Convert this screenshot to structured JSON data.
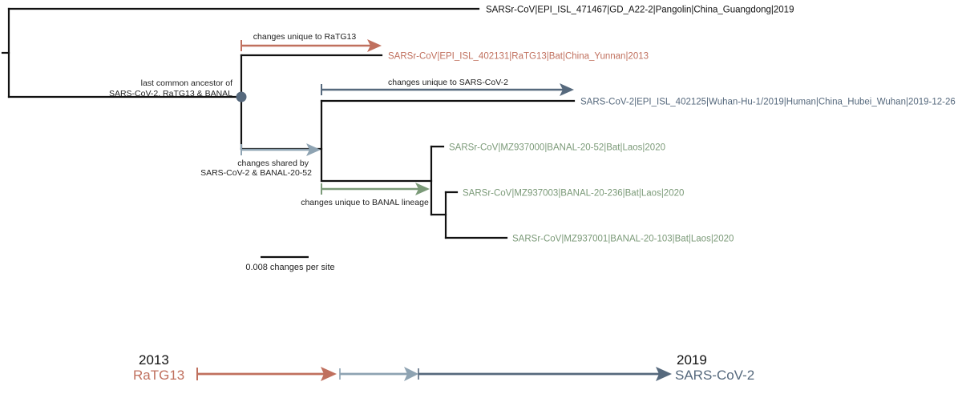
{
  "colors": {
    "branch": "#111111",
    "ratg13": "#c0705e",
    "sarscov2": "#56697d",
    "shared": "#8ea3b2",
    "banal": "#7b9a78",
    "pangolin": "#111111",
    "node": "#56697d"
  },
  "tree": {
    "tips": [
      {
        "id": "pangolin",
        "label": "SARSr-CoV|EPI_ISL_471467|GD_A22-2|Pangolin|China_Guangdong|2019"
      },
      {
        "id": "ratg13",
        "label": "SARSr-CoV|EPI_ISL_402131|RaTG13|Bat|China_Yunnan|2013"
      },
      {
        "id": "sarscov2",
        "label": "SARS-CoV-2|EPI_ISL_402125|Wuhan-Hu-1/2019|Human|China_Hubei_Wuhan|2019-12-26"
      },
      {
        "id": "banal52",
        "label": "SARSr-CoV|MZ937000|BANAL-20-52|Bat|Laos|2020"
      },
      {
        "id": "banal236",
        "label": "SARSr-CoV|MZ937003|BANAL-20-236|Bat|Laos|2020"
      },
      {
        "id": "banal103",
        "label": "SARSr-CoV|MZ937001|BANAL-20-103|Bat|Laos|2020"
      }
    ],
    "ancestor_node_label_line1": "last common ancestor of",
    "ancestor_node_label_line2": "SARS-CoV-2, RaTG13 & BANAL",
    "annotations": {
      "ratg13_unique": "changes unique to RaTG13",
      "sarscov2_unique": "changes unique to SARS-CoV-2",
      "shared_line1": "changes shared by",
      "shared_line2": "SARS-CoV-2 & BANAL-20-52",
      "banal_unique": "changes unique to BANAL lineage"
    },
    "scale_bar": {
      "value": 0.008,
      "label": "0.008 changes per site"
    }
  },
  "timeline": {
    "start_year": "2013",
    "start_label": "RaTG13",
    "end_year": "2019",
    "end_label": "SARS-CoV-2",
    "segments": [
      "changes unique to RaTG13 (reversed)",
      "changes shared",
      "changes unique to SARS-CoV-2"
    ]
  }
}
